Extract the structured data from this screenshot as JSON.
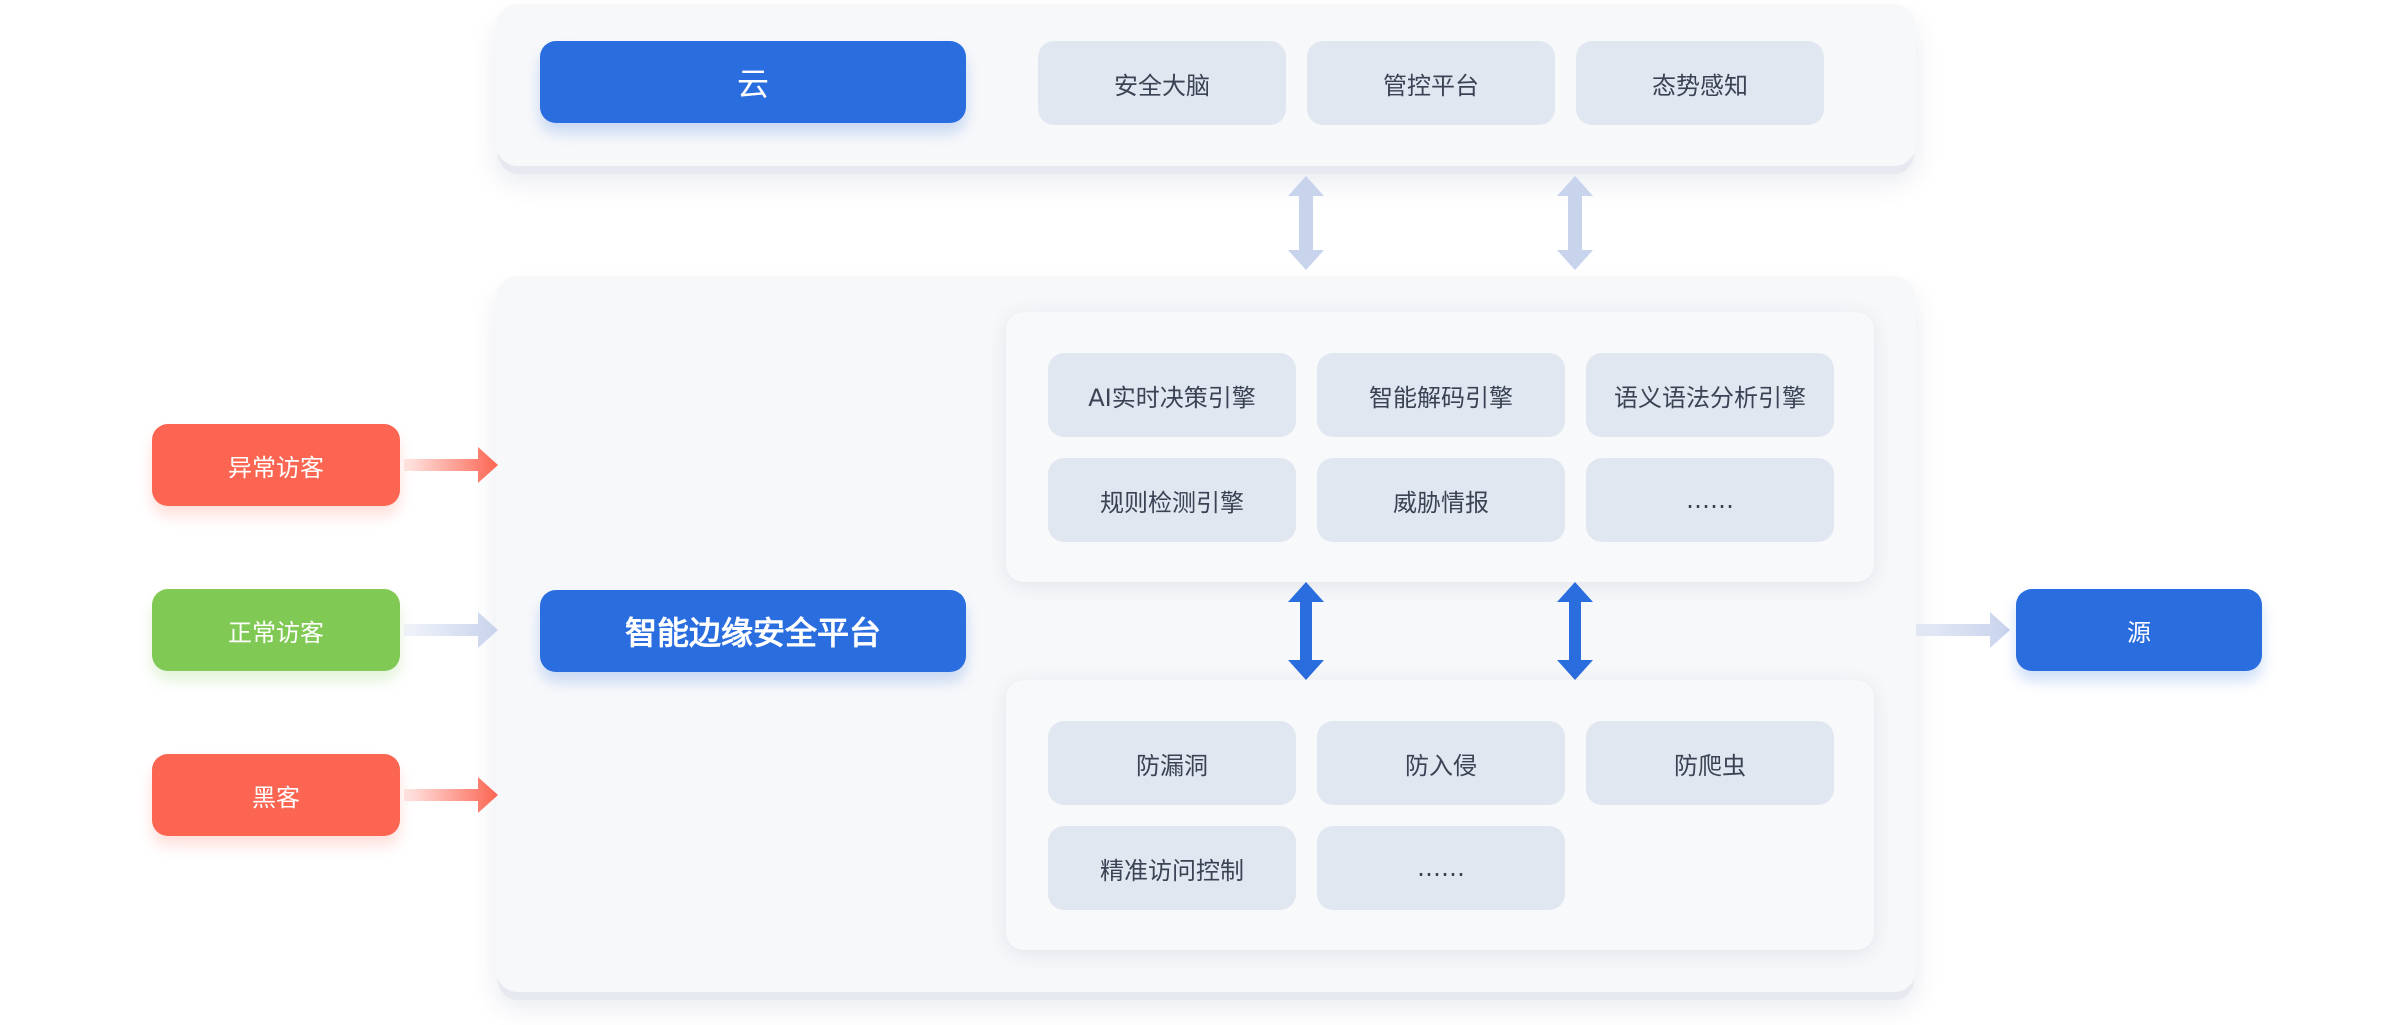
{
  "cloud": {
    "title": "云",
    "services": [
      "安全大脑",
      "管控平台",
      "态势感知"
    ]
  },
  "platform": {
    "title": "智能边缘安全平台",
    "engines": [
      "AI实时决策引擎",
      "智能解码引擎",
      "语义语法分析引擎",
      "规则检测引擎",
      "威胁情报",
      "……"
    ],
    "protections": [
      "防漏洞",
      "防入侵",
      "防爬虫",
      "精准访问控制",
      "……"
    ]
  },
  "visitors": [
    {
      "label": "异常访客",
      "kind": "abnormal"
    },
    {
      "label": "正常访客",
      "kind": "normal"
    },
    {
      "label": "黑客",
      "kind": "hacker"
    }
  ],
  "origin": {
    "label": "源"
  },
  "colors": {
    "blue": "#2a6ddf",
    "red": "#fc6552",
    "green": "#80c955",
    "chip": "#e1e7f1",
    "panel": "#f7f8fa",
    "soft_arrow": "#c8d3ec"
  }
}
